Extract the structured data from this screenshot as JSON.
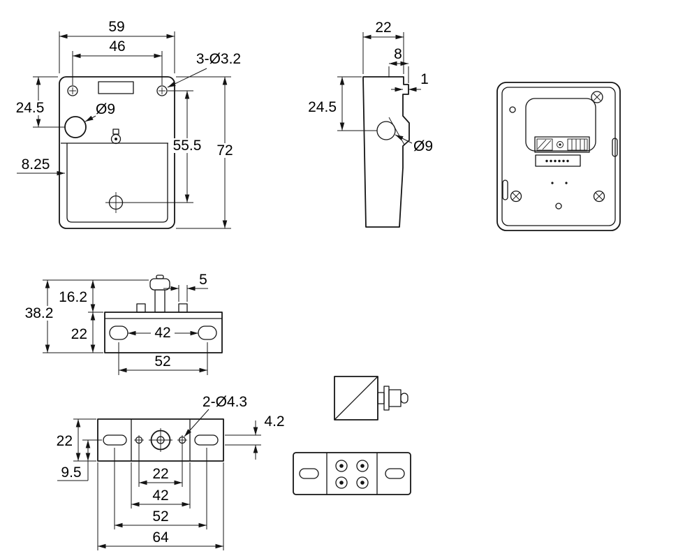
{
  "front_view": {
    "dim_width_total": "59",
    "dim_hole_spacing": "46",
    "label_corner_holes": "3-Ø3.2",
    "dim_top_to_hole": "24.5",
    "label_hole_dia": "Ø9",
    "dim_recess_offset": "8.25",
    "dim_hole_to_center": "55.5",
    "dim_height_total": "72"
  },
  "side_view": {
    "dim_depth": "22",
    "dim_hole_offset": "8",
    "dim_lip": "1",
    "dim_top_to_hole": "24.5",
    "label_hole_dia": "Ø9"
  },
  "strike_side_view": {
    "dim_post_width": "5",
    "dim_plunger_height": "16.2",
    "dim_total_height": "38.2",
    "dim_plate_height": "22",
    "dim_inner_spacing": "42",
    "dim_slot_spacing": "52"
  },
  "strike_top_view": {
    "label_small_holes": "2-Ø4.3",
    "dim_slot_width": "4.2",
    "dim_plate_width": "22",
    "dim_edge_offset": "9.5",
    "dim_hole_spacing": "22",
    "dim_line_spacing": "42",
    "dim_slot_spacing": "52",
    "dim_total_width": "64"
  }
}
